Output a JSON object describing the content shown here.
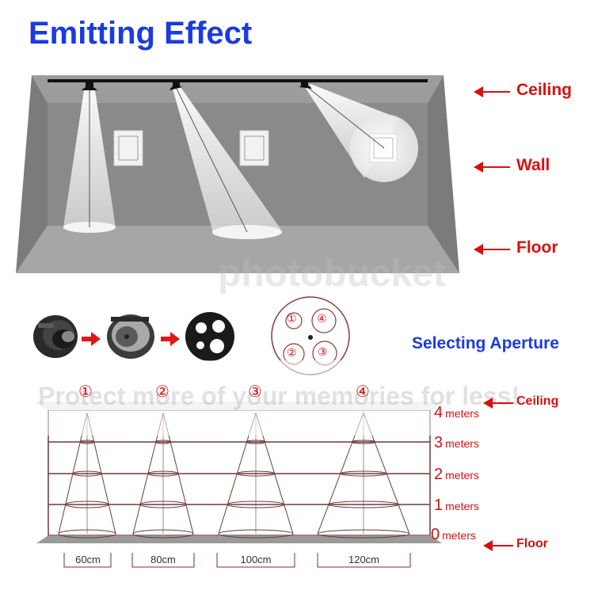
{
  "title": "Emitting Effect",
  "room_labels": {
    "ceiling": "Ceiling",
    "wall": "Wall",
    "floor": "Floor"
  },
  "aperture": {
    "title": "Selecting Aperture",
    "numbers": [
      "①",
      "②",
      "③",
      "④"
    ]
  },
  "beam_diagram": {
    "beam_numbers": [
      "①",
      "②",
      "③",
      "④"
    ],
    "heights": [
      {
        "value": "4",
        "unit": "meters"
      },
      {
        "value": "3",
        "unit": "meters"
      },
      {
        "value": "2",
        "unit": "meters"
      },
      {
        "value": "1",
        "unit": "meters"
      },
      {
        "value": "0",
        "unit": "meters"
      }
    ],
    "widths": [
      "60cm",
      "80cm",
      "100cm",
      "120cm"
    ],
    "ceiling_label": "Ceiling",
    "floor_label": "Floor"
  },
  "watermark": {
    "brand": "photobucket",
    "tagline": "Protect more of your memories for less!"
  },
  "colors": {
    "title_blue": "#1a3be0",
    "label_red": "#d81010",
    "room_gray": "#8a8a8a"
  }
}
